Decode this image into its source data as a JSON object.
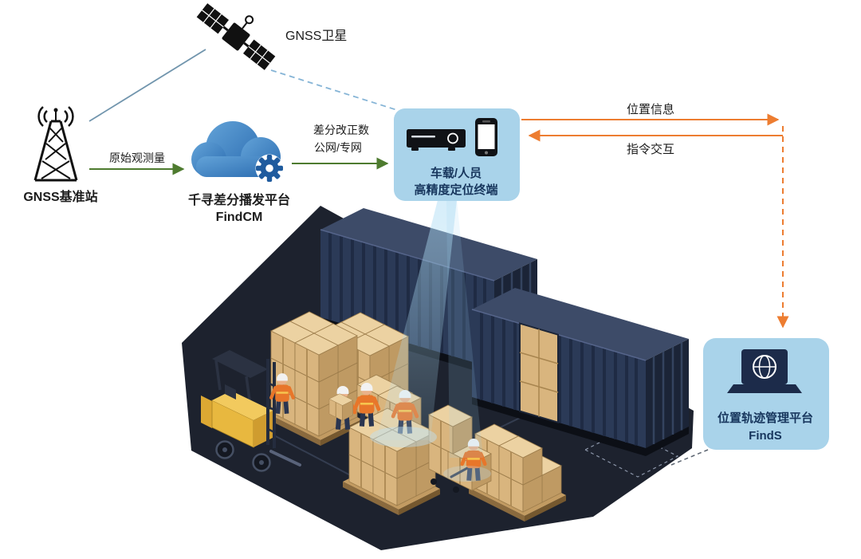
{
  "labels": {
    "satellite": "GNSS卫星",
    "base_station": "GNSS基准站",
    "cloud_platform_name": "千寻差分播发平台",
    "cloud_platform_product": "FindCM",
    "raw_observation": "原始观测量",
    "correction_data": "差分改正数",
    "network": "公网/专网",
    "terminal_line1": "车载/人员",
    "terminal_line2": "高精度定位终端",
    "position_info": "位置信息",
    "command_interaction": "指令交互",
    "mgmt_platform_name": "位置轨迹管理平台",
    "mgmt_platform_product": "FindS"
  },
  "icons": {
    "satellite": "gnss-satellite-icon",
    "base_station": "radio-tower-icon",
    "cloud": "cloud-gear-icon",
    "terminal_device": "vehicle-terminal-icon",
    "phone": "smartphone-icon",
    "management_platform": "laptop-globe-icon",
    "scene": "warehouse-yard-illustration"
  },
  "colors": {
    "green_arrow": "#4e7b2f",
    "orange_arrow": "#ed7d31",
    "panel_blue": "#a9d3ea",
    "navy_text": "#17365d",
    "cloud_blue": "#2f74b5",
    "satellite_link_solid": "#7195ad",
    "satellite_link_dashed": "#85b4d6",
    "platform_dark": "#1d222e",
    "container_navy": "#2b3a57",
    "crate_tan": "#d9b57e",
    "forklift_yellow": "#e8b83f",
    "vest_orange": "#e8762a",
    "beam_blue": "#9ed2f0"
  }
}
